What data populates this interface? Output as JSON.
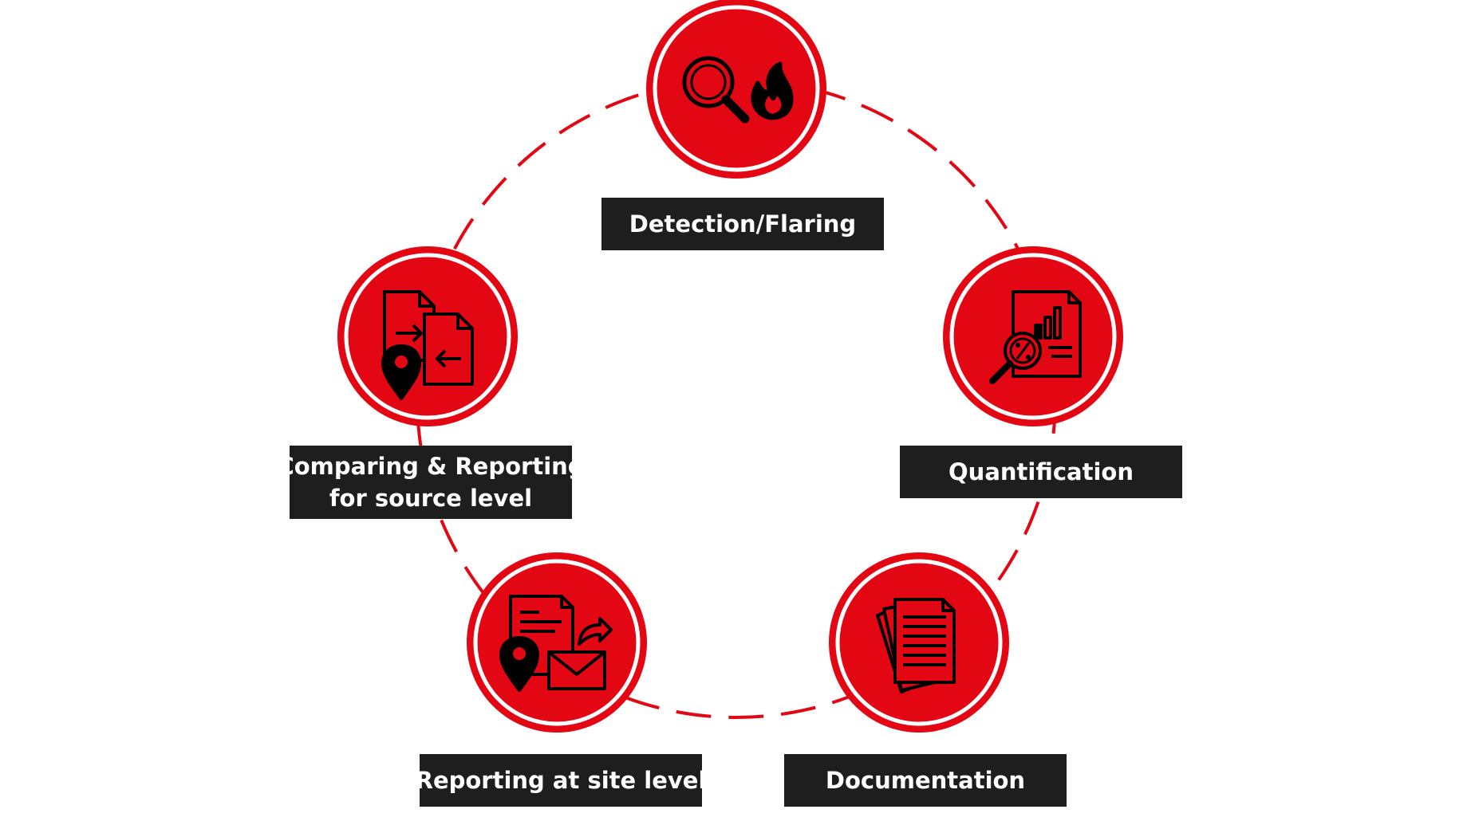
{
  "diagram": {
    "accent_color": "#e30613",
    "label_bg_color": "#1e1e1e",
    "nodes": [
      {
        "id": "detection",
        "label_lines": [
          "Detection/Flaring"
        ],
        "icons": [
          "magnifier-icon",
          "flame-icon"
        ]
      },
      {
        "id": "quantification",
        "label_lines": [
          "Quantification"
        ],
        "icons": [
          "report-chart-percent-icon"
        ]
      },
      {
        "id": "documentation",
        "label_lines": [
          "Documentation"
        ],
        "icons": [
          "document-stack-icon"
        ]
      },
      {
        "id": "reporting-site",
        "label_lines": [
          "Reporting at site level"
        ],
        "icons": [
          "document-mail-location-icon"
        ]
      },
      {
        "id": "comparing-reporting",
        "label_lines": [
          "Comparing & Reporting",
          "for source level"
        ],
        "icons": [
          "file-exchange-location-icon"
        ]
      }
    ]
  }
}
